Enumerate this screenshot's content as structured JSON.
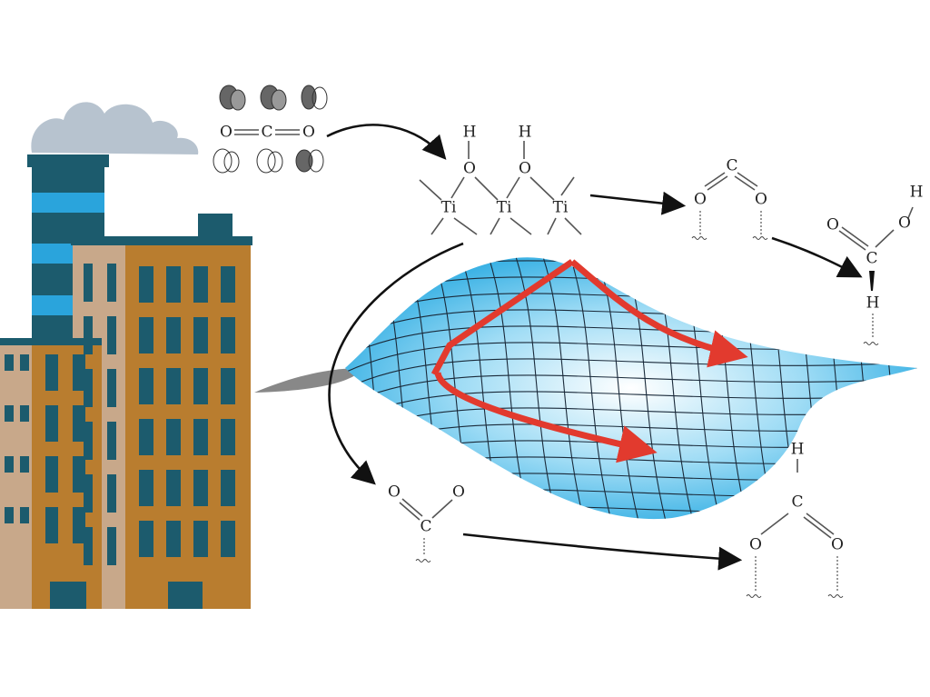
{
  "colors": {
    "building_orange": "#b97d2f",
    "building_tan": "#c8a88a",
    "building_dark": "#1c5b6d",
    "chimney_blue": "#2aa4dc",
    "cloud": "#b7c3cf",
    "surface_blue": "#3bb4e6",
    "path_red": "#e23a2e"
  },
  "co2_molecule": {
    "atoms": [
      "O",
      "C",
      "O"
    ]
  },
  "tio2_surface": {
    "hydrogens": [
      "H",
      "H"
    ],
    "oxygens": [
      "O",
      "O"
    ],
    "titaniums": [
      "Ti",
      "Ti",
      "Ti"
    ]
  },
  "bidentate_carbonate": {
    "atoms": [
      "C",
      "O",
      "O"
    ]
  },
  "carboxyl_intermediate": {
    "atoms": [
      "O",
      "C",
      "O",
      "H",
      "H"
    ]
  },
  "monodentate_co2": {
    "atoms": [
      "O",
      "C",
      "O"
    ]
  },
  "bidentate_formate": {
    "atoms": [
      "H",
      "C",
      "O",
      "O"
    ]
  }
}
